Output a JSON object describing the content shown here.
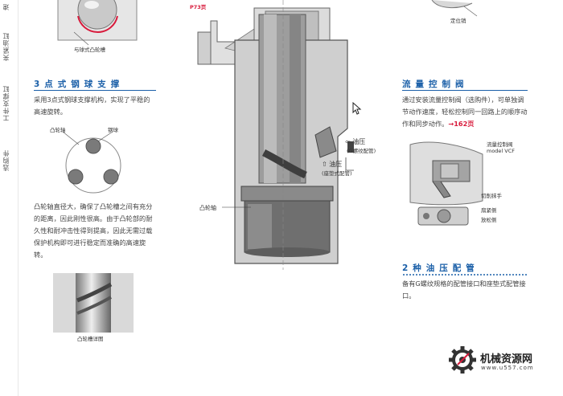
{
  "side_tabs": [
    "速",
    "夹紧油缸",
    "工件支撑缸",
    "选购件"
  ],
  "top_left_caption": "与球式凸轮槽",
  "top_ref": "P73页",
  "top_right_caption": "定位销",
  "section_ball": {
    "title": "3点式钢球支撑",
    "text": "采用3点式钢球支撑机构，实现了平稳的高速旋转。",
    "label_cam_shaft": "凸轮轴",
    "label_ball": "钢球",
    "text2": "凸轮轴直径大，确保了凸轮槽之间有充分的距离，因此刚性很高。由于凸轮部的耐久性和耐冲击性得到提高，因此无需过载保护机构即可进行稳定而准确的高速旋转。",
    "photo_caption": "凸轮槽详图"
  },
  "center": {
    "port_label_1": "油压",
    "port_label_1b": "(G螺纹配管)",
    "port_label_2": "油压",
    "port_label_2b": "(座垫式配管)",
    "cam_label": "凸轮轴"
  },
  "section_flow": {
    "title": "流量控制阀",
    "text_a": "通过安装流量控制阀（选购件），可单独调节动作速度，轻松控制同一回路上的顺序动作和同步动作。",
    "ref": "→162页",
    "label_valve": "流量控制阀",
    "label_model": "model VCF",
    "label_switch": "切削抹手",
    "label_valve_a": "扇紧侧",
    "label_valve_b": "放松侧"
  },
  "section_pipe": {
    "title": "2种油压配管",
    "text": "备有G螺纹规格的配管接口和座垫式配管接口。"
  },
  "logo": {
    "name": "机械资源网",
    "url": "www.u557.com"
  },
  "colors": {
    "accent": "#1a5fa8",
    "ref_red": "#d81b3c"
  }
}
